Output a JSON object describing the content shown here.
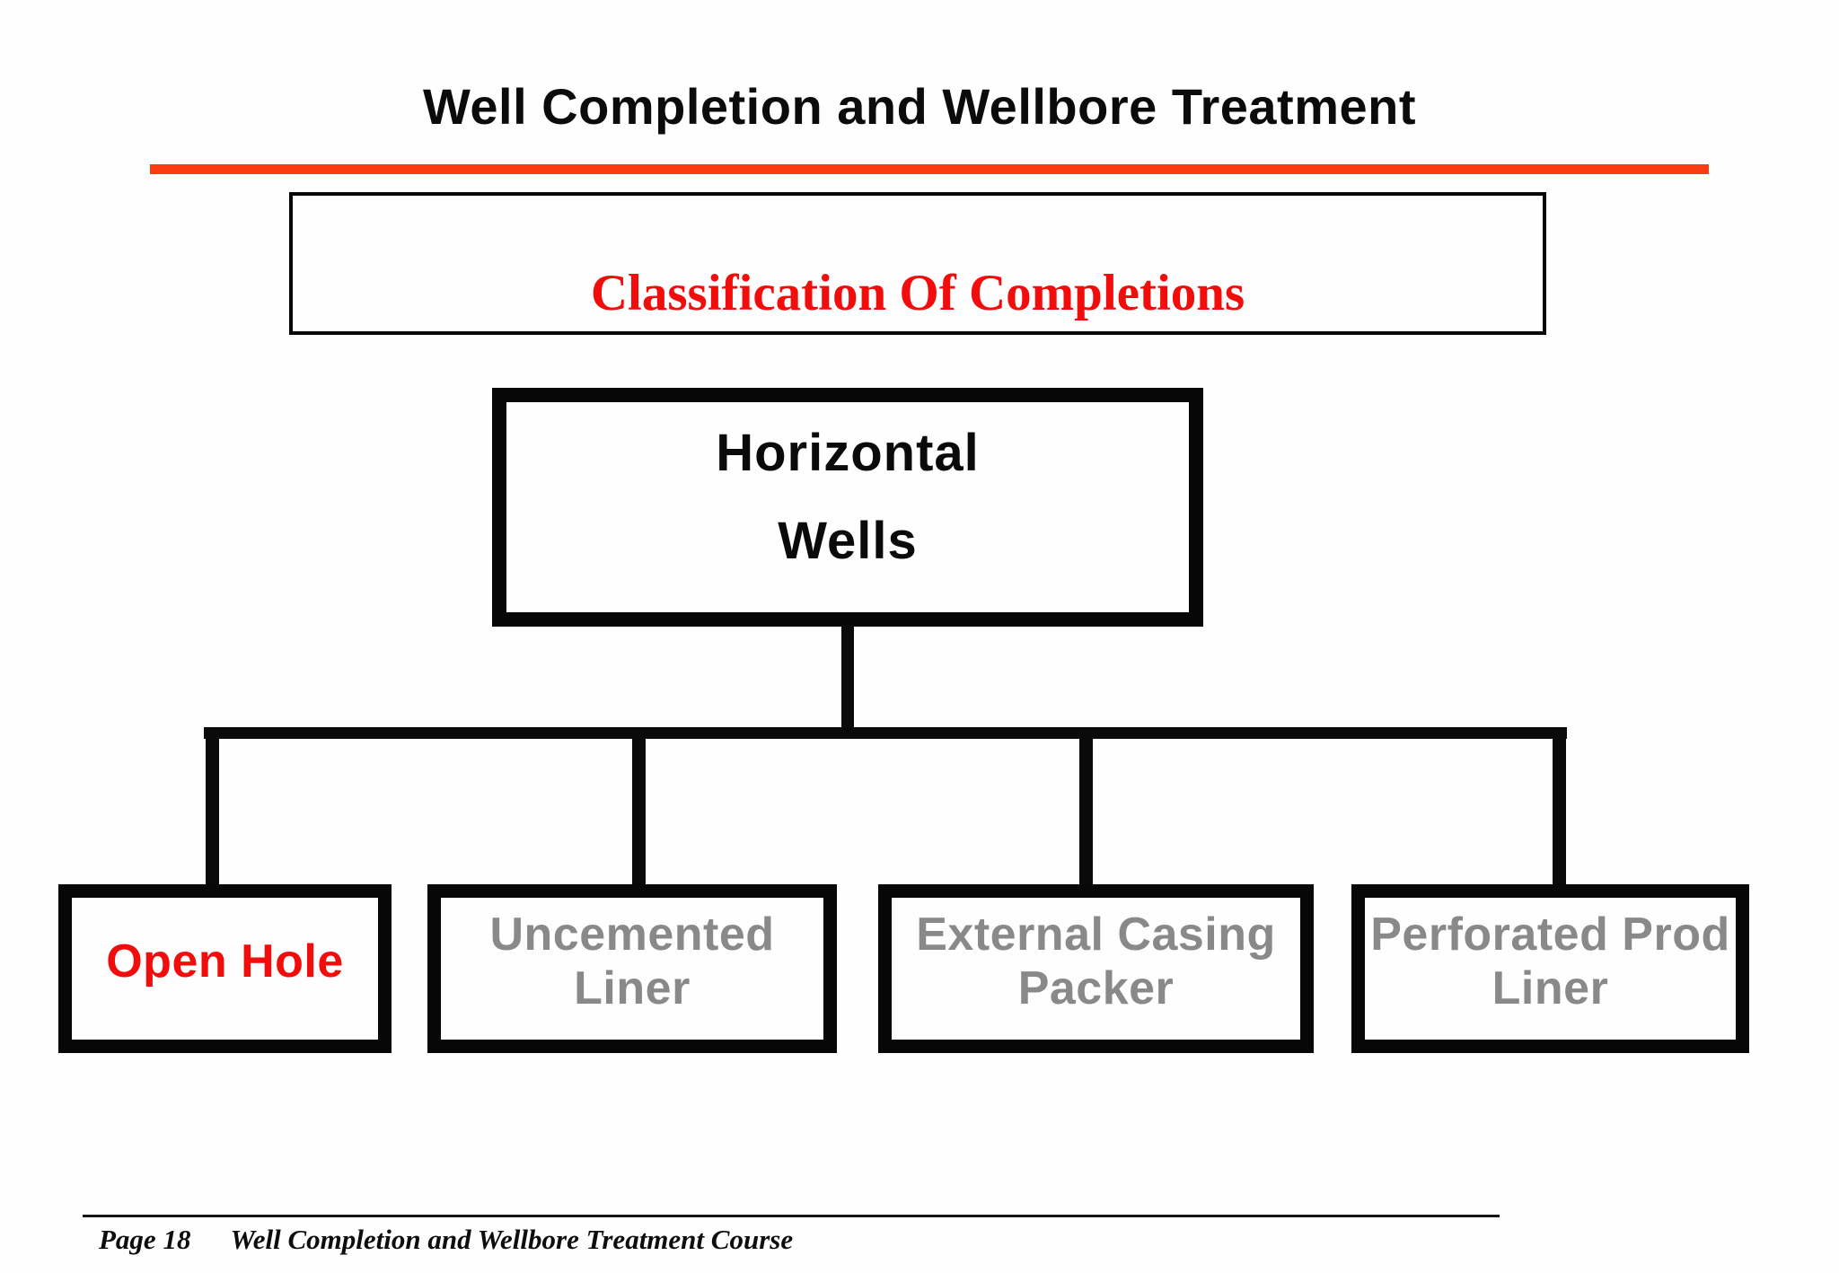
{
  "title": "Well Completion and Wellbore Treatment",
  "banner": {
    "label": "Classification Of Completions"
  },
  "tree": {
    "root": {
      "line1": "Horizontal",
      "line2": "Wells"
    },
    "children": [
      {
        "line1": "Open Hole",
        "line2": "",
        "emphasis": "red"
      },
      {
        "line1": "Uncemented",
        "line2": "Liner",
        "emphasis": "gray"
      },
      {
        "line1": "External Casing",
        "line2": "Packer",
        "emphasis": "gray"
      },
      {
        "line1": "Perforated Prod",
        "line2": "Liner",
        "emphasis": "gray"
      }
    ]
  },
  "footer": {
    "page_label": "Page 18",
    "course_label": "Well Completion and Wellbore Treatment Course"
  },
  "colors": {
    "title_underline_orange": "#fb3b10",
    "emphasis_red": "#f20d0d",
    "muted_gray": "#898989",
    "line_black": "#0a0a0a",
    "background": "#fefefe"
  }
}
